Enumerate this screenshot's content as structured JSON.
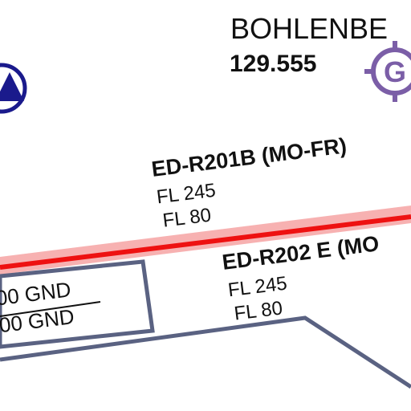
{
  "airfield": {
    "name": "BOHLENBE",
    "frequency": "129.555",
    "symbol": "G",
    "symbol_icon": "glider-site-icon",
    "symbol_color": "#7b5ea7"
  },
  "nav_symbol": {
    "icon": "navaid-triangle-icon",
    "color": "#1a1a8c"
  },
  "restricted_areas": [
    {
      "name": "ED-R201B (MO-FR)",
      "upper": "FL 245",
      "lower": "FL 80",
      "color": "#ee1111"
    },
    {
      "name": "ED-R202 E (MO",
      "upper": "FL 245",
      "lower": "FL 80",
      "color": "#ee1111"
    }
  ],
  "airspace_box": {
    "upper_fragment": "00 GND",
    "lower_fragment": "00 GND"
  },
  "colors": {
    "boundary": "#5a6282",
    "restricted_buffer": "#f7b1b1"
  }
}
